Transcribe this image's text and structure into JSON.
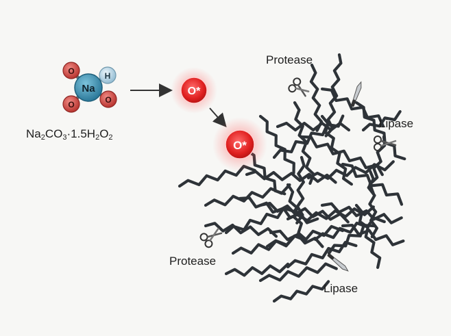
{
  "molecule": {
    "center_atom": "Na",
    "atoms": [
      "O",
      "H",
      "O",
      "O"
    ]
  },
  "formula": {
    "parts": [
      "Na",
      "2",
      "CO",
      "3",
      "·1.5H",
      "2",
      "O",
      "2"
    ]
  },
  "radicals": [
    "O*",
    "O*"
  ],
  "enzyme_labels": {
    "protease_top": "Protease",
    "lipase_right": "Lipase",
    "protease_bottom": "Protease",
    "lipase_bottom": "Lipase"
  },
  "colors": {
    "chain": "#2e3338",
    "radical": "#e23232",
    "na_atom": "#3a8fb2",
    "o_atom": "#d9544f",
    "h_atom": "#b9d7e8"
  },
  "icons": [
    "scissors-icon",
    "knife-icon",
    "scissors-icon",
    "scissors-icon",
    "knife-icon"
  ]
}
